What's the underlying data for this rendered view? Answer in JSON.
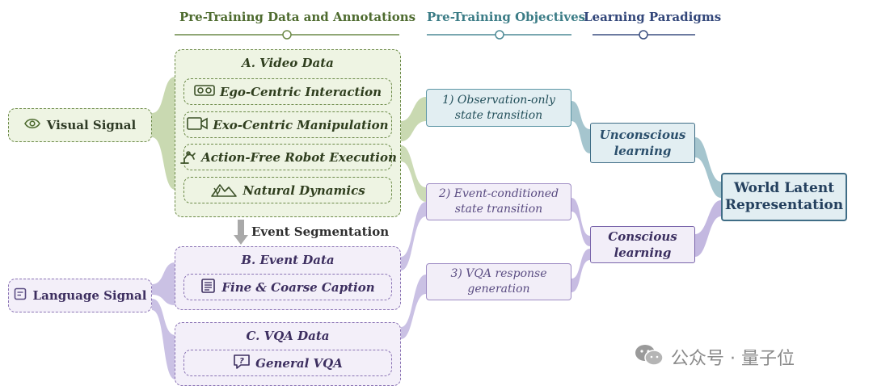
{
  "headers": {
    "pretraining_data": "Pre-Training Data and Annotations",
    "pretraining_objectives": "Pre-Training Objectives",
    "learning_paradigms": "Learning Paradigms"
  },
  "signals": {
    "visual": "Visual Signal",
    "language": "Language Signal"
  },
  "video_data": {
    "title": "A. Video Data",
    "items": [
      {
        "label": "Ego-Centric Interaction",
        "icon": "vr-headset-icon"
      },
      {
        "label": "Exo-Centric Manipulation",
        "icon": "video-camera-icon"
      },
      {
        "label": "Action-Free Robot Execution",
        "icon": "robot-arm-icon"
      },
      {
        "label": "Natural Dynamics",
        "icon": "mountain-plant-icon"
      }
    ]
  },
  "event_segmentation": "Event Segmentation",
  "event_data": {
    "title": "B. Event Data",
    "items": [
      {
        "label": "Fine & Coarse Caption",
        "icon": "caption-document-icon"
      }
    ]
  },
  "vqa_data": {
    "title": "C. VQA Data",
    "items": [
      {
        "label": "General VQA",
        "icon": "question-chat-icon"
      }
    ]
  },
  "objectives": [
    {
      "line1": "1) Observation-only",
      "line2": "state transition"
    },
    {
      "line1": "2) Event-conditioned",
      "line2": "state transition"
    },
    {
      "line1": "3) VQA response",
      "line2": "generation"
    }
  ],
  "paradigms": {
    "unconscious": {
      "line1": "Unconscious",
      "line2": "learning"
    },
    "conscious": {
      "line1": "Conscious",
      "line2": "learning"
    }
  },
  "world": {
    "line1": "World Latent",
    "line2": "Representation"
  },
  "watermark": "公众号 · 量子位",
  "colors": {
    "green": "#6c8a48",
    "green_fill": "#eef4e3",
    "teal": "#5e97a6",
    "purple": "#8a73b4",
    "purple_fill": "#f3eff9",
    "navy": "#3f6d86"
  }
}
